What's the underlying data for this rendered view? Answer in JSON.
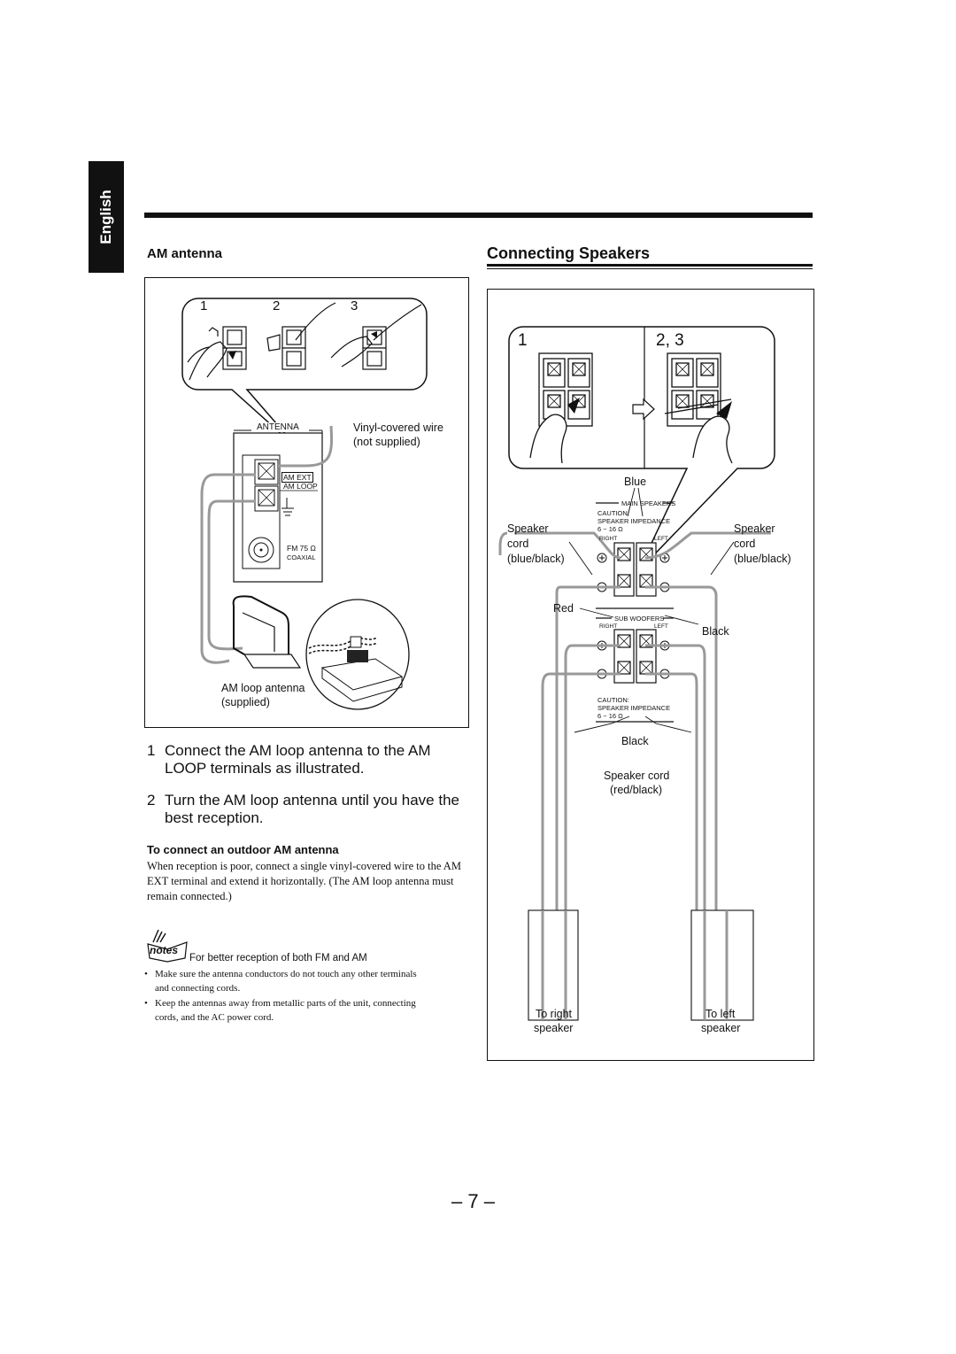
{
  "language_tab": "English",
  "page_number": "– 7 –",
  "am_section": {
    "title": "AM antenna",
    "figure": {
      "step_numbers": [
        "1",
        "2",
        "3"
      ],
      "antenna_label": "ANTENNA",
      "wire_label_1": "Vinyl-covered wire",
      "wire_label_2": "(not supplied)",
      "am_ext": "AM EXT",
      "am_loop": "AM LOOP",
      "fm": "FM 75 Ω",
      "coaxial": "COAXIAL",
      "loop_label_1": "AM loop antenna",
      "loop_label_2": "(supplied)"
    },
    "steps": [
      {
        "num": "1",
        "text": "Connect the AM loop antenna to the AM LOOP terminals as illustrated."
      },
      {
        "num": "2",
        "text": "Turn the AM loop antenna until you have the best reception."
      }
    ],
    "outdoor_title": "To connect an outdoor AM antenna",
    "outdoor_text": "When reception is poor, connect a single vinyl-covered wire to the AM EXT terminal and extend it horizontally. (The AM loop antenna must remain connected.)",
    "notes": {
      "icon_text": "notes",
      "heading": "For better reception of both FM and AM",
      "items": [
        "Make sure the antenna conductors do not touch any other terminals and connecting cords.",
        "Keep the antennas away from metallic parts of the unit, connecting cords, and the AC power cord."
      ]
    }
  },
  "speakers_section": {
    "title": "Connecting Speakers",
    "figure": {
      "step_1": "1",
      "step_23": "2, 3",
      "blue": "Blue",
      "main_speakers": "MAIN SPEAKERS",
      "caution": "CAUTION:",
      "speaker_impedance": "SPEAKER IMPEDANCE",
      "impedance_value": "6 ~ 16 Ω",
      "right": "RIGHT",
      "left": "LEFT",
      "sub_woofers": "SUB WOOFERS",
      "left_cord_1": "Speaker",
      "left_cord_2": "cord",
      "left_cord_3": "(blue/black)",
      "right_cord_1": "Speaker",
      "right_cord_2": "cord",
      "right_cord_3": "(blue/black)",
      "red": "Red",
      "black_right": "Black",
      "black_bottom": "Black",
      "cord_bottom_1": "Speaker cord",
      "cord_bottom_2": "(red/black)",
      "to_right_1": "To right",
      "to_right_2": "speaker",
      "to_left_1": "To left",
      "to_left_2": "speaker"
    }
  }
}
